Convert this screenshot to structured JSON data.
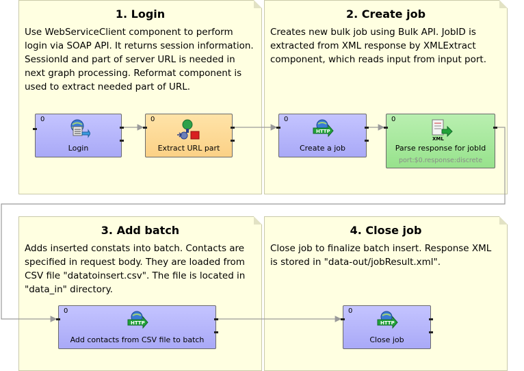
{
  "notes": {
    "login": {
      "title": "1. Login",
      "text": "Use WebServiceClient component to perform login via SOAP API. It returns session information. SessionId and part of server URL is needed in next graph processing. Reformat component is used to extract needed part of URL."
    },
    "create_job": {
      "title": "2. Create job",
      "text": "Creates new bulk job using Bulk API. JobID is extracted from XML response by XMLExtract component, which reads input from input port."
    },
    "add_batch": {
      "title": "3. Add batch",
      "text": "Adds inserted constats into batch. Contacts are specified in request body. They are loaded from CSV file \"datatoinsert.csv\". The file is located in \"data_in\" directory."
    },
    "close_job": {
      "title": "4. Close job",
      "text": "Close job to finalize batch insert. Response XML is stored in \"data-out/jobResult.xml\"."
    }
  },
  "components": {
    "login": {
      "phase": "0",
      "label": "Login",
      "icon": "web-service-client-icon"
    },
    "extract_url": {
      "phase": "0",
      "label": "Extract URL part",
      "icon": "reformat-icon"
    },
    "create_job": {
      "phase": "0",
      "label": "Create a job",
      "icon": "http-connector-icon"
    },
    "parse_response": {
      "phase": "0",
      "label": "Parse response for jobId",
      "sublabel": "port:$0.response:discrete",
      "icon": "xml-extract-icon"
    },
    "add_contacts": {
      "phase": "0",
      "label": "Add contacts from CSV file to batch",
      "icon": "http-connector-icon"
    },
    "close_job": {
      "phase": "0",
      "label": "Close job",
      "icon": "http-connector-icon"
    }
  },
  "colors": {
    "note_bg": "#ffffe1",
    "component_blue": "#b4b4fa",
    "component_orange": "#fcd790",
    "component_green": "#a3e698",
    "edge": "#9a9a9a"
  }
}
